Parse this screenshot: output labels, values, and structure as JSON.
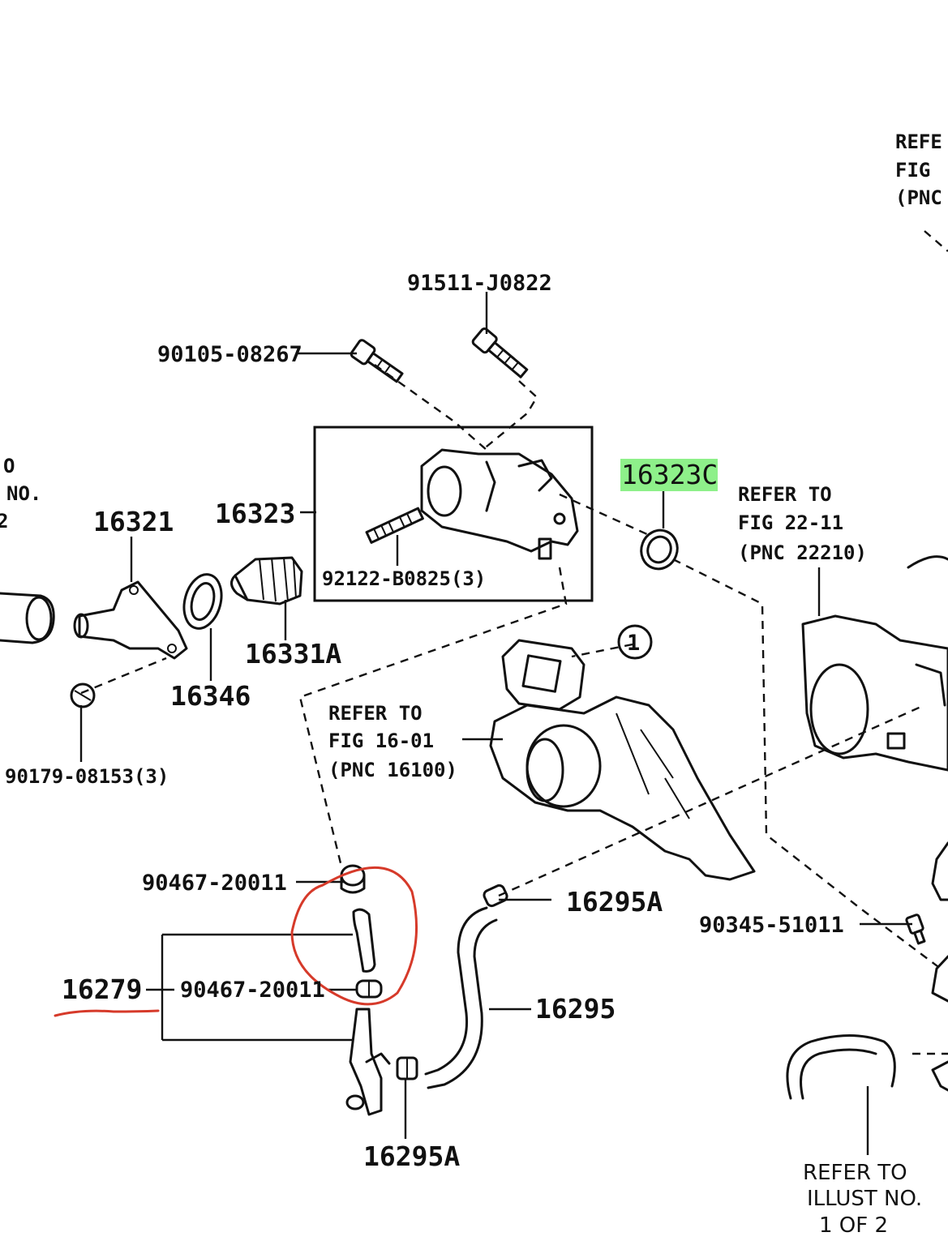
{
  "colors": {
    "highlight": "#8ef08a",
    "annotation": "#d63a2a",
    "ink": "#111111",
    "background": "#ffffff"
  },
  "labels": {
    "p91511": "91511-J0822",
    "p90105": "90105-08267",
    "p16323C": "16323C",
    "p16321": "16321",
    "p16323": "16323",
    "p92122": "92122-B0825(3)",
    "p16346": "16346",
    "p16331A": "16331A",
    "p90179": "90179-08153(3)",
    "p90467_top": "90467-20011",
    "p90467_bottom": "90467-20011",
    "p16279": "16279",
    "p16295A_right": "16295A",
    "p16295": "16295",
    "p16295A_bottom": "16295A",
    "p90345": "90345-51011",
    "callout_1": "1"
  },
  "refs": {
    "top_right": [
      "REFE",
      "FIG",
      "(PNC"
    ],
    "fig_22_11": [
      "REFER TO",
      "FIG 22-11",
      "(PNC 22210)"
    ],
    "fig_16_01": [
      "REFER TO",
      "FIG 16-01",
      "(PNC 16100)"
    ],
    "left_partial": [
      "O",
      "NO.",
      "2"
    ],
    "illust": [
      "REFER TO",
      "ILLUST NO.",
      "1 OF 2"
    ]
  },
  "icons": [
    "bolt-icon",
    "stud-icon",
    "gasket-icon",
    "o-ring-icon",
    "thermostat-icon",
    "hose-icon",
    "hose-clamp-icon",
    "water-inlet-icon",
    "water-pump-icon",
    "throttle-body-icon"
  ]
}
